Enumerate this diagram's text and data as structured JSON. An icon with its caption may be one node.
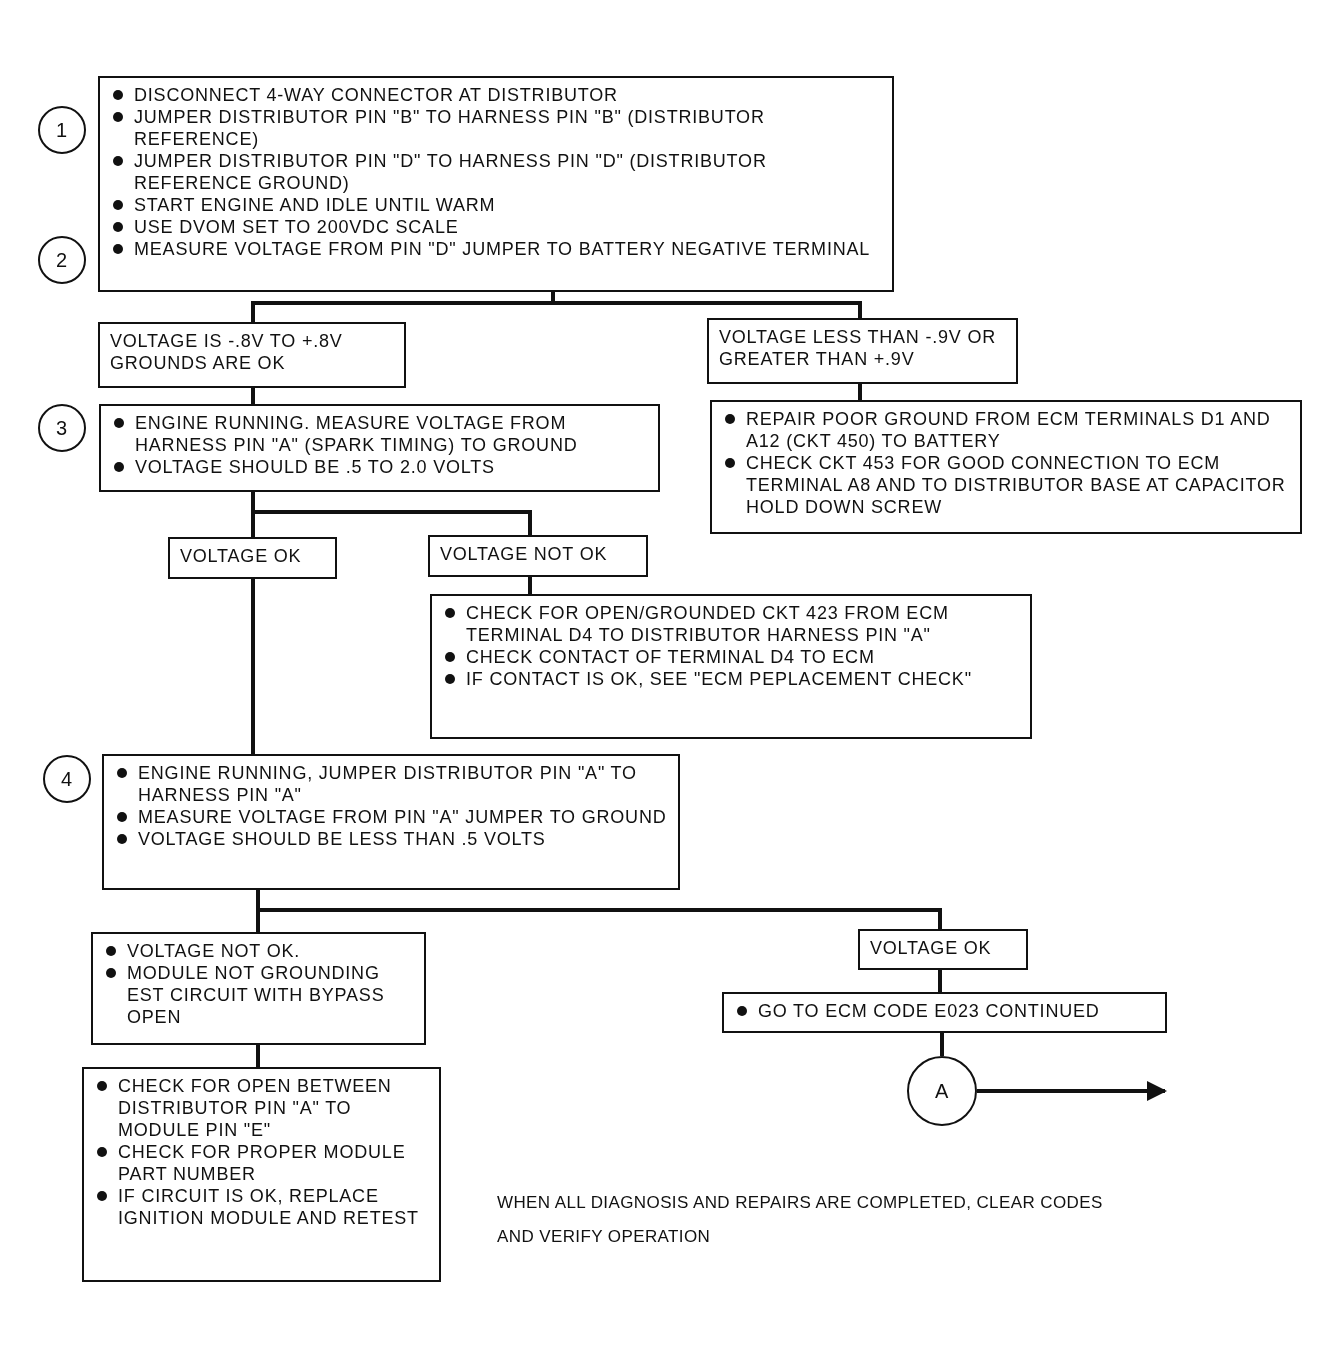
{
  "diagram": {
    "nodes": [
      {
        "text": [
          "1"
        ]
      },
      {
        "text": [
          "2"
        ]
      },
      {
        "text": [
          "DISCONNECT 4-WAY CONNECTOR AT DISTRIBUTOR",
          "JUMPER DISTRIBUTOR PIN \"B\" TO HARNESS PIN \"B\" (DISTRIBUTOR REFERENCE)",
          "JUMPER DISTRIBUTOR PIN \"D\" TO HARNESS PIN \"D\" (DISTRIBUTOR REFERENCE GROUND)",
          "START ENGINE AND IDLE UNTIL WARM",
          "USE DVOM SET TO 200VDC SCALE",
          "MEASURE VOLTAGE FROM PIN \"D\" JUMPER TO BATTERY NEGATIVE TERMINAL"
        ]
      },
      {
        "text": [
          "VOLTAGE IS -.8V TO +.8V GROUNDS ARE OK"
        ]
      },
      {
        "text": [
          "VOLTAGE LESS THAN -.9V OR GREATER THAN +.9V"
        ]
      },
      {
        "text": [
          "3"
        ]
      },
      {
        "text": [
          "ENGINE RUNNING. MEASURE VOLTAGE FROM HARNESS PIN \"A\" (SPARK TIMING) TO GROUND",
          "VOLTAGE SHOULD BE .5 TO 2.0 VOLTS"
        ]
      },
      {
        "text": [
          "REPAIR POOR GROUND FROM ECM TERMINALS D1 AND A12 (CKT 450) TO BATTERY",
          "CHECK CKT 453 FOR GOOD CONNECTION TO ECM TERMINAL A8 AND TO DISTRIBUTOR BASE AT CAPACITOR HOLD DOWN SCREW"
        ]
      },
      {
        "text": [
          "VOLTAGE OK"
        ]
      },
      {
        "text": [
          "VOLTAGE NOT OK"
        ]
      },
      {
        "text": [
          "CHECK FOR OPEN/GROUNDED CKT 423 FROM ECM TERMINAL D4 TO DISTRIBUTOR HARNESS PIN \"A\"",
          "CHECK CONTACT OF TERMINAL D4 TO ECM",
          "IF CONTACT IS OK, SEE \"ECM PEPLACEMENT CHECK\""
        ]
      },
      {
        "text": [
          "4"
        ]
      },
      {
        "text": [
          "ENGINE RUNNING, JUMPER DISTRIBUTOR PIN \"A\" TO HARNESS PIN \"A\"",
          "MEASURE VOLTAGE FROM PIN \"A\" JUMPER TO GROUND",
          "VOLTAGE SHOULD BE LESS THAN .5 VOLTS"
        ]
      },
      {
        "text": [
          "VOLTAGE NOT OK.",
          "MODULE NOT GROUNDING EST CIRCUIT WITH BYPASS OPEN"
        ]
      },
      {
        "text": [
          "VOLTAGE OK"
        ]
      },
      {
        "text": [
          "GO TO ECM CODE E023 CONTINUED"
        ]
      },
      {
        "text": [
          "CHECK FOR OPEN BETWEEN DISTRIBUTOR PIN \"A\" TO MODULE PIN \"E\"",
          "CHECK FOR PROPER MODULE PART NUMBER",
          "IF CIRCUIT IS OK, REPLACE IGNITION MODULE AND RETEST"
        ]
      },
      {
        "text": [
          "A"
        ]
      }
    ],
    "edges": [
      {
        "from": 2,
        "to": 3,
        "arrow": "none"
      },
      {
        "from": 2,
        "to": 4,
        "arrow": "none"
      },
      {
        "from": 3,
        "to": 6,
        "arrow": "none"
      },
      {
        "from": 4,
        "to": 7,
        "arrow": "none"
      },
      {
        "from": 6,
        "to": 8,
        "arrow": "none"
      },
      {
        "from": 6,
        "to": 9,
        "arrow": "none"
      },
      {
        "from": 9,
        "to": 10,
        "arrow": "none"
      },
      {
        "from": 8,
        "to": 12,
        "arrow": "none"
      },
      {
        "from": 12,
        "to": 13,
        "arrow": "none"
      },
      {
        "from": 12,
        "to": 14,
        "arrow": "none"
      },
      {
        "from": 14,
        "to": 15,
        "arrow": "none"
      },
      {
        "from": 13,
        "to": 16,
        "arrow": "none"
      },
      {
        "from": 15,
        "to": 17,
        "arrow": "none"
      },
      {
        "from": 17,
        "to": null,
        "arrow": "to"
      }
    ],
    "labels": [
      "WHEN ALL DIAGNOSIS AND REPAIRS ARE COMPLETED, CLEAR CODES AND VERIFY OPERATION"
    ]
  }
}
